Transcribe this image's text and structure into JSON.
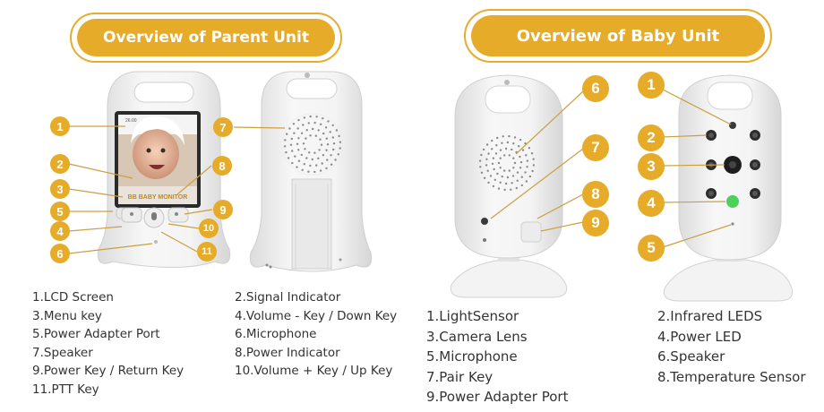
{
  "parent": {
    "title": "Overview of Parent Unit",
    "screen_text": "BB BABY MONITOR",
    "screen_time": "26:00",
    "callouts": [
      "1",
      "2",
      "3",
      "5",
      "4",
      "6",
      "7",
      "8",
      "9",
      "10",
      "11"
    ],
    "legend_left": [
      "1.LCD Screen",
      "3.Menu key",
      "5.Power Adapter Port",
      "7.Speaker",
      "9.Power Key / Return Key",
      "11.PTT Key"
    ],
    "legend_right": [
      "2.Signal Indicator",
      "4.Volume - Key / Down Key",
      "6.Microphone",
      "8.Power Indicator",
      "10.Volume + Key / Up Key"
    ]
  },
  "baby": {
    "title": "Overview of Baby Unit",
    "callouts": [
      "6",
      "7",
      "8",
      "9",
      "1",
      "2",
      "3",
      "4",
      "5"
    ],
    "legend_left": [
      "1.LightSensor",
      "3.Camera Lens",
      "5.Microphone",
      "7.Pair Key",
      "9.Power Adapter Port"
    ],
    "legend_right": [
      "2.Infrared LEDS",
      "4.Power LED",
      "6.Speaker",
      "8.Temperature Sensor"
    ]
  },
  "colors": {
    "accent": "#e5ab29",
    "device": "#f2f2f2",
    "line": "#c9a040"
  }
}
